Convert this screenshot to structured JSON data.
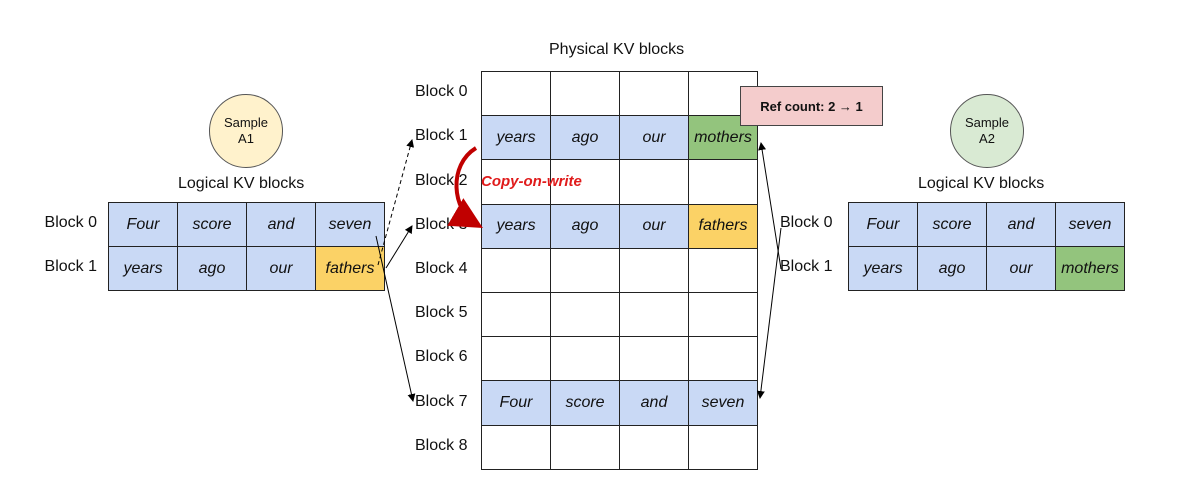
{
  "physical": {
    "title": "Physical KV blocks",
    "block_labels": [
      "Block 0",
      "Block 1",
      "Block 2",
      "Block 3",
      "Block 4",
      "Block 5",
      "Block 6",
      "Block 7",
      "Block 8"
    ],
    "rows": [
      {
        "cells": [
          "",
          "",
          "",
          ""
        ],
        "colors": [
          "white",
          "white",
          "white",
          "white"
        ]
      },
      {
        "cells": [
          "years",
          "ago",
          "our",
          "mothers"
        ],
        "colors": [
          "blue",
          "blue",
          "blue",
          "green"
        ]
      },
      {
        "cells": [
          "",
          "",
          "",
          ""
        ],
        "colors": [
          "white",
          "white",
          "white",
          "white"
        ]
      },
      {
        "cells": [
          "years",
          "ago",
          "our",
          "fathers"
        ],
        "colors": [
          "blue",
          "blue",
          "blue",
          "yellow"
        ]
      },
      {
        "cells": [
          "",
          "",
          "",
          ""
        ],
        "colors": [
          "white",
          "white",
          "white",
          "white"
        ]
      },
      {
        "cells": [
          "",
          "",
          "",
          ""
        ],
        "colors": [
          "white",
          "white",
          "white",
          "white"
        ]
      },
      {
        "cells": [
          "",
          "",
          "",
          ""
        ],
        "colors": [
          "white",
          "white",
          "white",
          "white"
        ]
      },
      {
        "cells": [
          "Four",
          "score",
          "and",
          "seven"
        ],
        "colors": [
          "blue",
          "blue",
          "blue",
          "blue"
        ]
      },
      {
        "cells": [
          "",
          "",
          "",
          ""
        ],
        "colors": [
          "white",
          "white",
          "white",
          "white"
        ]
      }
    ]
  },
  "ref_count": "Ref count: 2 → 1",
  "copy_on_write": "Copy-on-write",
  "sample_a1": {
    "circle": [
      "Sample",
      "A1"
    ],
    "title": "Logical KV blocks",
    "block_labels": [
      "Block 0",
      "Block 1"
    ],
    "rows": [
      {
        "cells": [
          "Four",
          "score",
          "and",
          "seven"
        ],
        "colors": [
          "blue",
          "blue",
          "blue",
          "blue"
        ]
      },
      {
        "cells": [
          "years",
          "ago",
          "our",
          "fathers"
        ],
        "colors": [
          "blue",
          "blue",
          "blue",
          "yellow"
        ]
      }
    ]
  },
  "sample_a2": {
    "circle": [
      "Sample",
      "A2"
    ],
    "title": "Logical KV blocks",
    "block_labels": [
      "Block 0",
      "Block 1"
    ],
    "rows": [
      {
        "cells": [
          "Four",
          "score",
          "and",
          "seven"
        ],
        "colors": [
          "blue",
          "blue",
          "blue",
          "blue"
        ]
      },
      {
        "cells": [
          "years",
          "ago",
          "our",
          "mothers"
        ],
        "colors": [
          "blue",
          "blue",
          "blue",
          "green"
        ]
      }
    ]
  },
  "colors": {
    "blue": "#c9d9f5",
    "yellow": "#fbd266",
    "green": "#93c47d",
    "ref_box": "#f4cccc",
    "copy_on_write": "#e01b1b"
  }
}
